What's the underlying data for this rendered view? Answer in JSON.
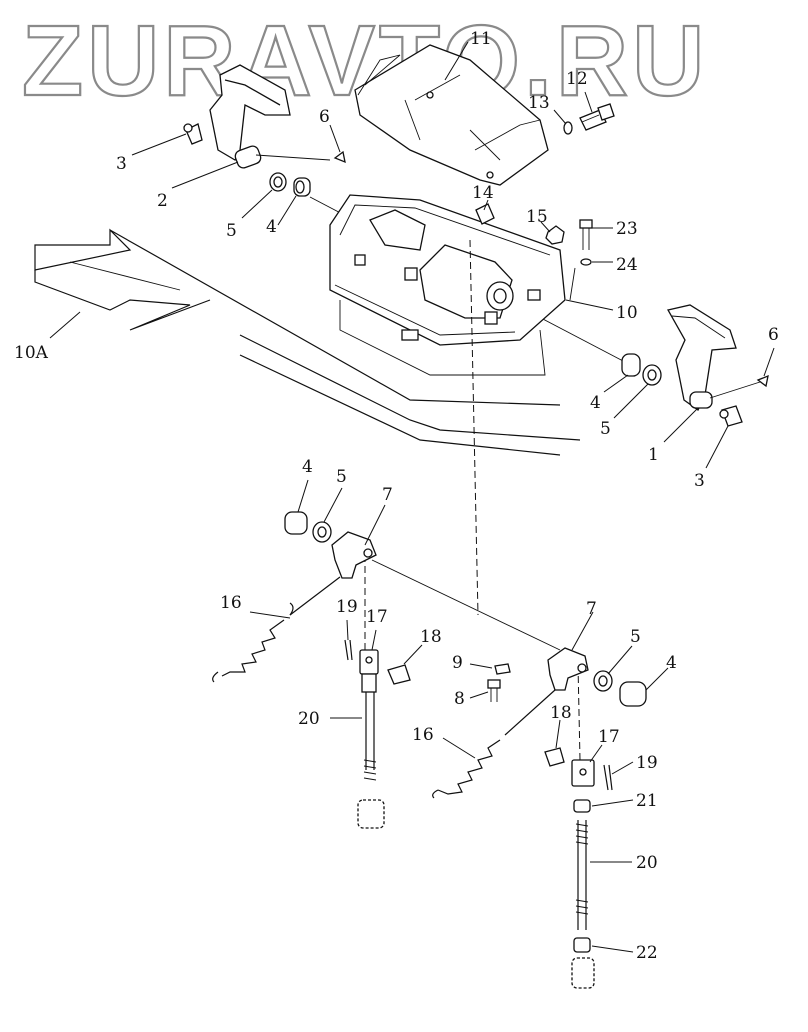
{
  "watermark": "ZURAVTO.RU",
  "labels": {
    "l1": "1",
    "l2": "2",
    "l3a": "3",
    "l3b": "3",
    "l4a": "4",
    "l4b": "4",
    "l4c": "4",
    "l4d": "4",
    "l5a": "5",
    "l5b": "5",
    "l5c": "5",
    "l5d": "5",
    "l6a": "6",
    "l6b": "6",
    "l7a": "7",
    "l7b": "7",
    "l8": "8",
    "l9": "9",
    "l10": "10",
    "l10A": "10A",
    "l11": "11",
    "l12": "12",
    "l13": "13",
    "l14": "14",
    "l15": "15",
    "l16a": "16",
    "l16b": "16",
    "l17a": "17",
    "l17b": "17",
    "l18a": "18",
    "l18b": "18",
    "l19a": "19",
    "l19b": "19",
    "l20a": "20",
    "l20b": "20",
    "l21": "21",
    "l22": "22",
    "l23": "23",
    "l24": "24"
  }
}
